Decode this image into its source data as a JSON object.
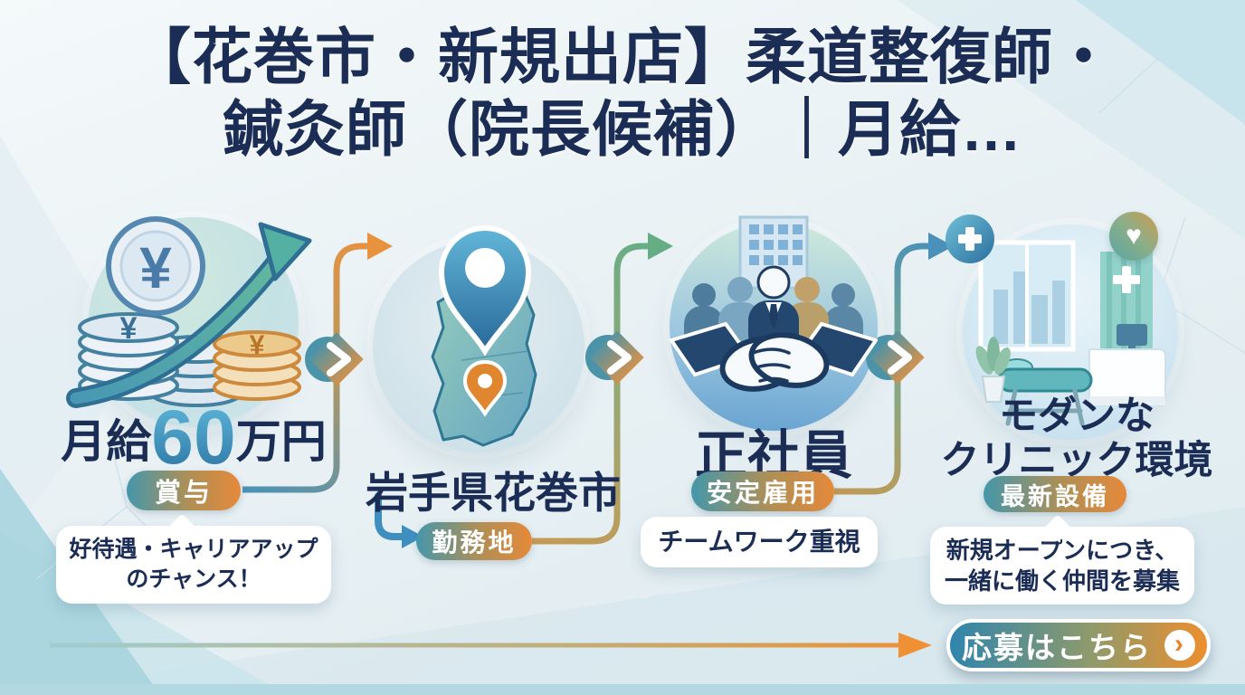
{
  "title": {
    "line1": "【花巻市・新規出店】柔道整復師・",
    "line2": "鍼灸師（院長候補）｜月給…"
  },
  "sections": {
    "salary": {
      "icon": "coins-growth-icon",
      "yen": "¥",
      "label_prefix": "月給",
      "label_amount": "60",
      "label_suffix": "万円",
      "badge": "賞与",
      "note_line1": "好待遇・キャリアアップ",
      "note_line2": "のチャンス！"
    },
    "location": {
      "icon": "map-pin-icon",
      "label": "岩手県花巻市",
      "badge": "勤務地"
    },
    "employment": {
      "icon": "handshake-icon",
      "label": "正社員",
      "badge": "安定雇用",
      "note": "チームワーク重視"
    },
    "clinic": {
      "icon": "clinic-room-icon",
      "heart": "♥",
      "label_line1": "モダンな",
      "label_line2": "クリニック環境",
      "badge": "最新設備",
      "note_line1": "新規オープンにつき、",
      "note_line2": "一緒に働く仲間を募集"
    }
  },
  "cta": {
    "label": "応募はこちら",
    "chevron": "›"
  },
  "colors": {
    "navy": "#1b2c55",
    "teal": "#3e93ae",
    "orange": "#e8883a",
    "badge_gradient_start": "#4497ab",
    "badge_gradient_end": "#e5893a",
    "background": "#e9f1f4"
  }
}
